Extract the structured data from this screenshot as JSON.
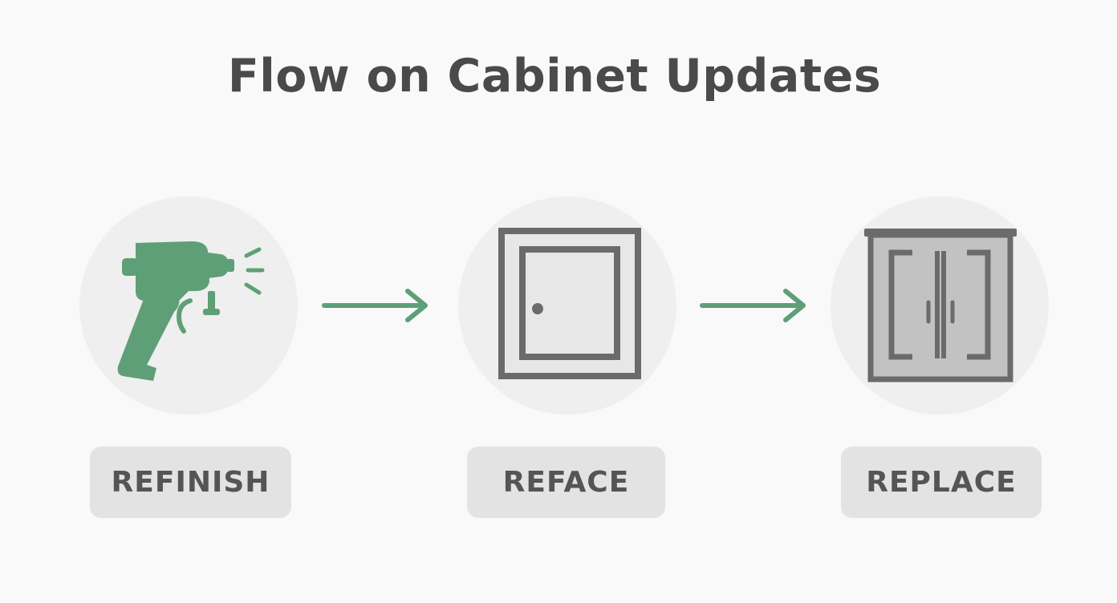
{
  "title": "Flow on Cabinet Updates",
  "colors": {
    "accent_green": "#5f9f77",
    "icon_gray": "#6b6b6b",
    "circle_bg": "#efefef",
    "label_bg": "#e3e3e3",
    "text": "#4a4a4a"
  },
  "steps": [
    {
      "label": "REFINISH",
      "icon": "spray-gun-icon"
    },
    {
      "label": "REFACE",
      "icon": "cabinet-door-icon"
    },
    {
      "label": "REPLACE",
      "icon": "cabinet-icon"
    }
  ]
}
